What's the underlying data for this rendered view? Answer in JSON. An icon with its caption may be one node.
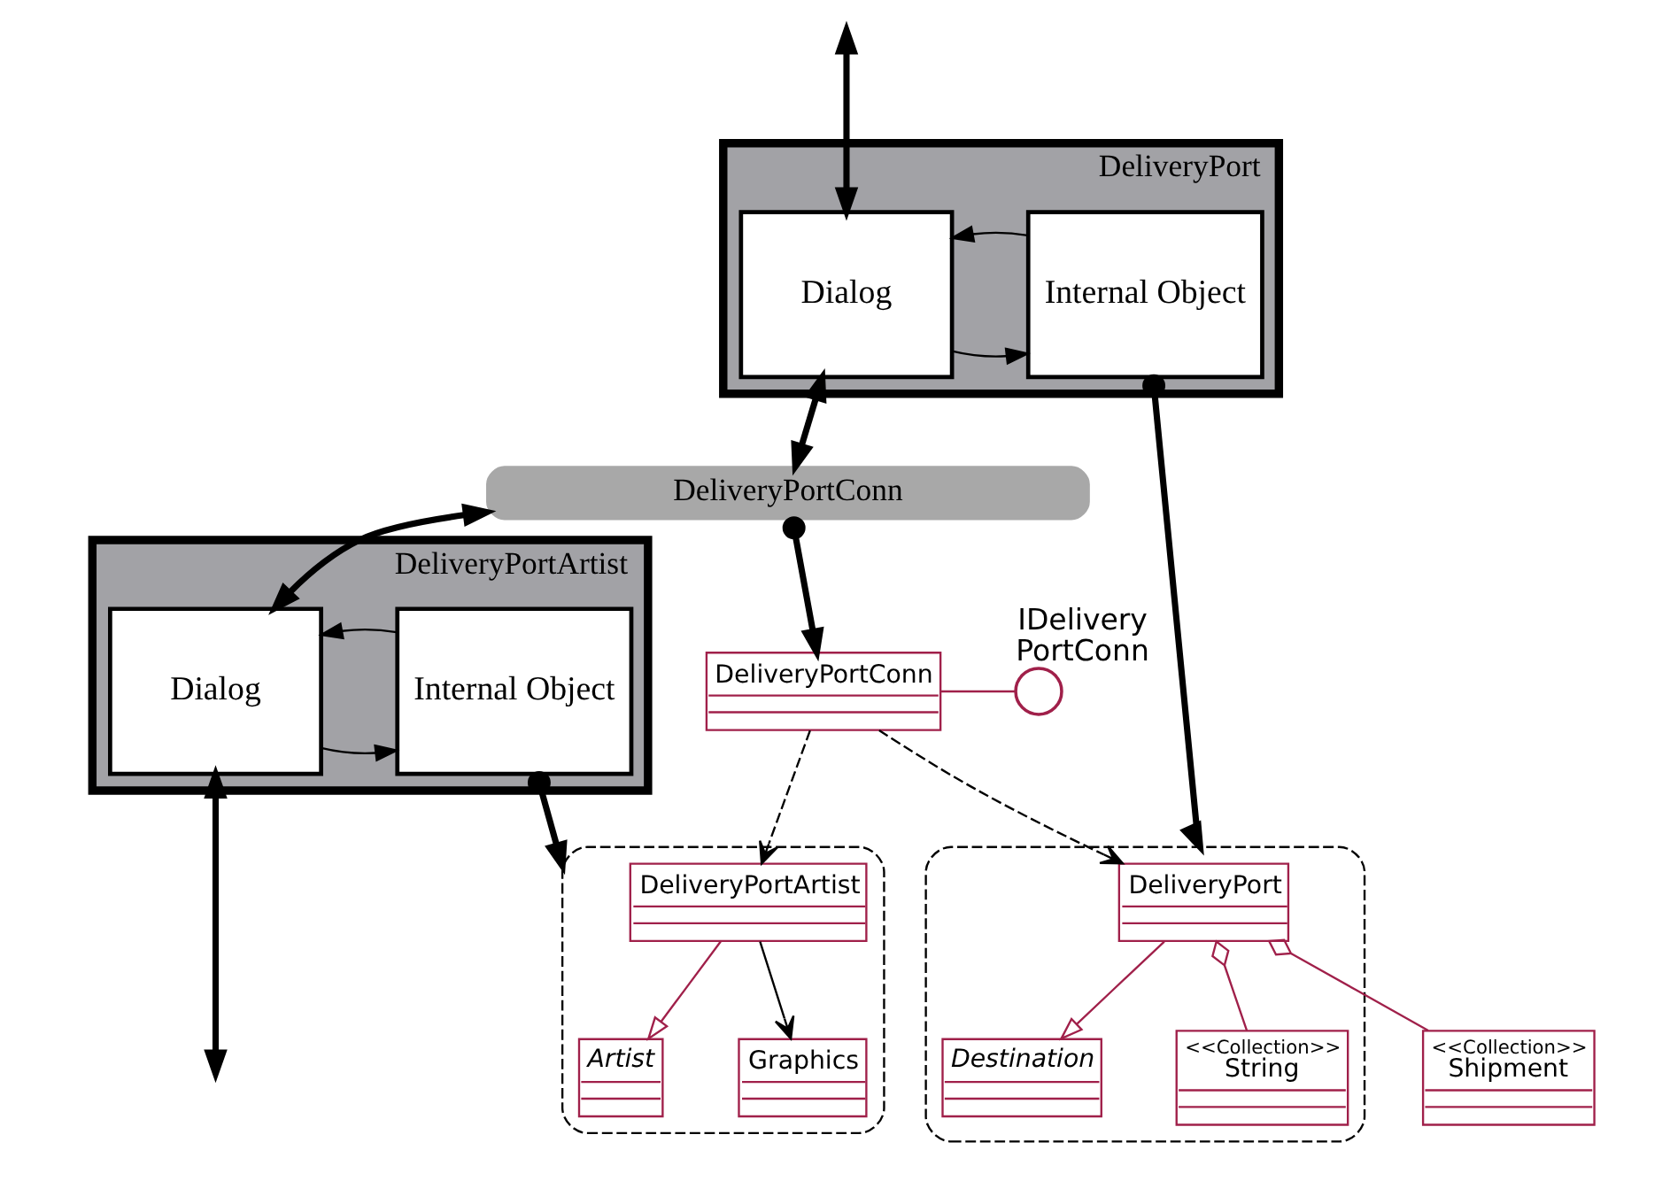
{
  "diagram": {
    "nodes": [
      {
        "text": [
          "DeliveryPort"
        ]
      },
      {
        "text": [
          "Dialog"
        ],
        "in": 0
      },
      {
        "text": [
          "Internal Object"
        ],
        "in": 0
      },
      {
        "text": [
          "DeliveryPortConn"
        ]
      },
      {
        "text": [
          "DeliveryPortArtist"
        ]
      },
      {
        "text": [
          "Dialog"
        ],
        "in": 4
      },
      {
        "text": [
          "Internal Object"
        ],
        "in": 4
      },
      {
        "text": [],
        "shape": "ellipse"
      },
      {
        "text": [
          "Destination"
        ],
        "in": 7
      },
      {
        "text": [
          "DeliveryPort"
        ],
        "in": 7
      },
      {
        "text": [
          "<<Collection>>",
          "String"
        ],
        "in": 7
      },
      {
        "text": [
          "<<Collection>>",
          "Shipment"
        ]
      },
      {
        "text": [
          "DeliveryPortConn"
        ]
      },
      {
        "text": [],
        "shape": "circle",
        "beside": [
          "IDelivery PortConn"
        ]
      },
      {
        "text": [],
        "shape": "ellipse"
      },
      {
        "text": [
          "DeliveryPortArtist"
        ],
        "in": 14
      },
      {
        "text": [
          "Artist"
        ],
        "in": 14
      },
      {
        "text": [
          "Graphics"
        ],
        "in": 14
      }
    ],
    "edges": [
      {
        "from": null,
        "to": 1,
        "arrow": "both",
        "style": "thick"
      },
      {
        "from": 1,
        "to": 2,
        "arrow": "to"
      },
      {
        "from": 2,
        "to": 1,
        "arrow": "to"
      },
      {
        "from": 1,
        "to": 3,
        "arrow": "both",
        "style": "thick"
      },
      {
        "from": 2,
        "to": 7,
        "arrow": "to",
        "style": "thick"
      },
      {
        "from": 3,
        "to": 12,
        "arrow": "to",
        "style": "thick"
      },
      {
        "from": 3,
        "to": 5,
        "arrow": "both",
        "style": "thick"
      },
      {
        "from": 5,
        "to": 6,
        "arrow": "to"
      },
      {
        "from": 6,
        "to": 5,
        "arrow": "to"
      },
      {
        "from": 5,
        "to": null,
        "arrow": "both",
        "style": "thick"
      },
      {
        "from": 6,
        "to": 14,
        "arrow": "to",
        "style": "thick"
      },
      {
        "from": 9,
        "to": 8,
        "arrow": "to",
        "color": "#a0204a"
      },
      {
        "from": 9,
        "to": 10,
        "arrow": "other",
        "color": "#a0204a"
      },
      {
        "from": 9,
        "to": 11,
        "arrow": "other",
        "color": "#a0204a"
      },
      {
        "from": 12,
        "to": 9,
        "arrow": "to",
        "style": "dashed"
      },
      {
        "from": 12,
        "to": 13,
        "arrow": "none",
        "color": "#a0204a"
      },
      {
        "from": 12,
        "to": 15,
        "arrow": "to",
        "style": "dashed"
      },
      {
        "from": 15,
        "to": 16,
        "arrow": "to",
        "color": "#a0204a"
      },
      {
        "from": 15,
        "to": 17,
        "arrow": "to"
      }
    ]
  }
}
